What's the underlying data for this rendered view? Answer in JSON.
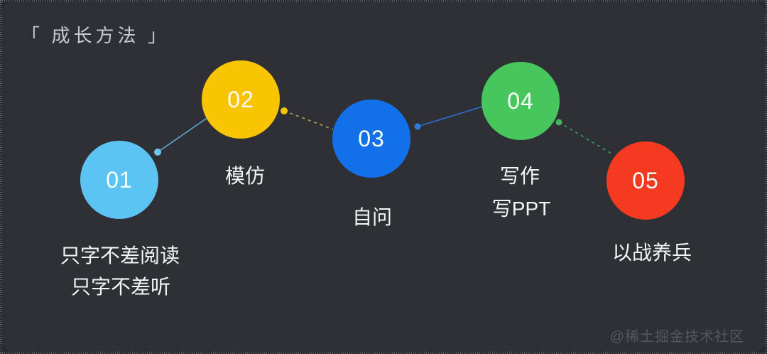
{
  "page": {
    "title": "「 成长方法 」",
    "watermark": "@稀土掘金技术社区",
    "colors": {
      "background": "#26282d",
      "panel": "#2e3036",
      "edge_dots": "#5a5d63",
      "title_text": "#c7cbd1",
      "label_text": "#f4f5f6",
      "watermark_text": "#54575d"
    }
  },
  "steps": [
    {
      "number": "01",
      "color": "#5cc4f3",
      "labels": [
        "只字不差阅读",
        "只字不差听"
      ]
    },
    {
      "number": "02",
      "color": "#f9c402",
      "labels": [
        "模仿"
      ]
    },
    {
      "number": "03",
      "color": "#1271e8",
      "labels": [
        "自问"
      ]
    },
    {
      "number": "04",
      "color": "#46c65b",
      "labels": [
        "写作",
        "写PPT"
      ]
    },
    {
      "number": "05",
      "color": "#f53a21",
      "labels": [
        "以战养兵"
      ]
    }
  ],
  "connectors": [
    {
      "from": "01",
      "to": "02",
      "line_color": "#5ba7cf",
      "dot_color": "#6fc6ef",
      "style": "solid"
    },
    {
      "from": "02",
      "to": "03",
      "line_color": "#b0a53c",
      "dot_color": "#f2c400",
      "style": "dashed"
    },
    {
      "from": "03",
      "to": "04",
      "line_color": "#2e6fd6",
      "dot_color": "#2f7ae0",
      "style": "solid"
    },
    {
      "from": "04",
      "to": "05",
      "line_color": "#3f9e5c",
      "dot_color": "#44b35c",
      "style": "dashed"
    }
  ]
}
